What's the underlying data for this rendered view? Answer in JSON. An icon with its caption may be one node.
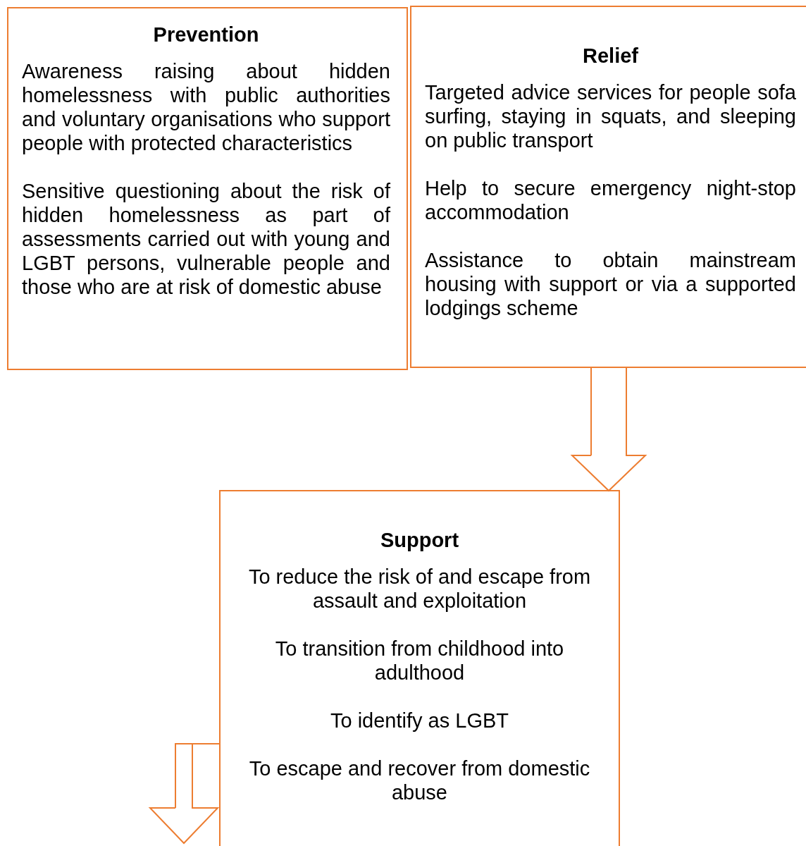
{
  "diagram": {
    "nodes": [
      {
        "text": [
          "Prevention",
          "Awareness raising about hidden homelessness with public authorities and voluntary organisations who support people with protected characteristics",
          "Sensitive questioning about the risk of hidden homelessness as part of assessments carried out with young and LGBT persons, vulnerable people and those who are at risk of domestic abuse"
        ]
      },
      {
        "text": [
          "Relief",
          "Targeted advice services for people sofa surfing, staying in squats, and sleeping on public transport",
          "Help to secure emergency night-stop accommodation",
          "Assistance to obtain mainstream housing with support or via a supported lodgings scheme"
        ]
      },
      {
        "text": [
          "Support",
          "To reduce the risk of and escape from assault and exploitation",
          "To transition from childhood into adulthood",
          "To identify as LGBT",
          "To escape and recover from domestic abuse"
        ]
      }
    ],
    "edges": [
      {
        "from": 1,
        "to": 2,
        "arrow": "to"
      },
      {
        "from": 2,
        "to": null,
        "arrow": "to"
      }
    ]
  }
}
